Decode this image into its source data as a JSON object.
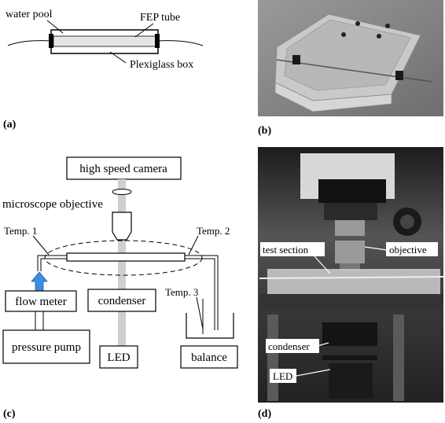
{
  "panels": {
    "a": {
      "letter": "(a)",
      "labels": {
        "water_pool": "water pool",
        "fep_tube": "FEP tube",
        "plexiglass_box": "Plexiglass box"
      }
    },
    "b": {
      "letter": "(b)"
    },
    "c": {
      "letter": "(c)",
      "labels": {
        "high_speed_camera": "high speed camera",
        "microscope_objective": "microscope objective",
        "temp1": "Temp. 1",
        "temp2": "Temp. 2",
        "temp3": "Temp. 3",
        "flow_meter": "flow meter",
        "condenser": "condenser",
        "pressure_pump": "pressure pump",
        "led": "LED",
        "balance": "balance"
      }
    },
    "d": {
      "letter": "(d)",
      "labels": {
        "test_section": "test section",
        "objective": "objective",
        "condenser": "condenser",
        "led": "LED"
      }
    }
  },
  "colors": {
    "arrow_blue": "#3b8fe0",
    "light_path": "#c8c8c8",
    "photo_bg": "#4a4a4a"
  }
}
